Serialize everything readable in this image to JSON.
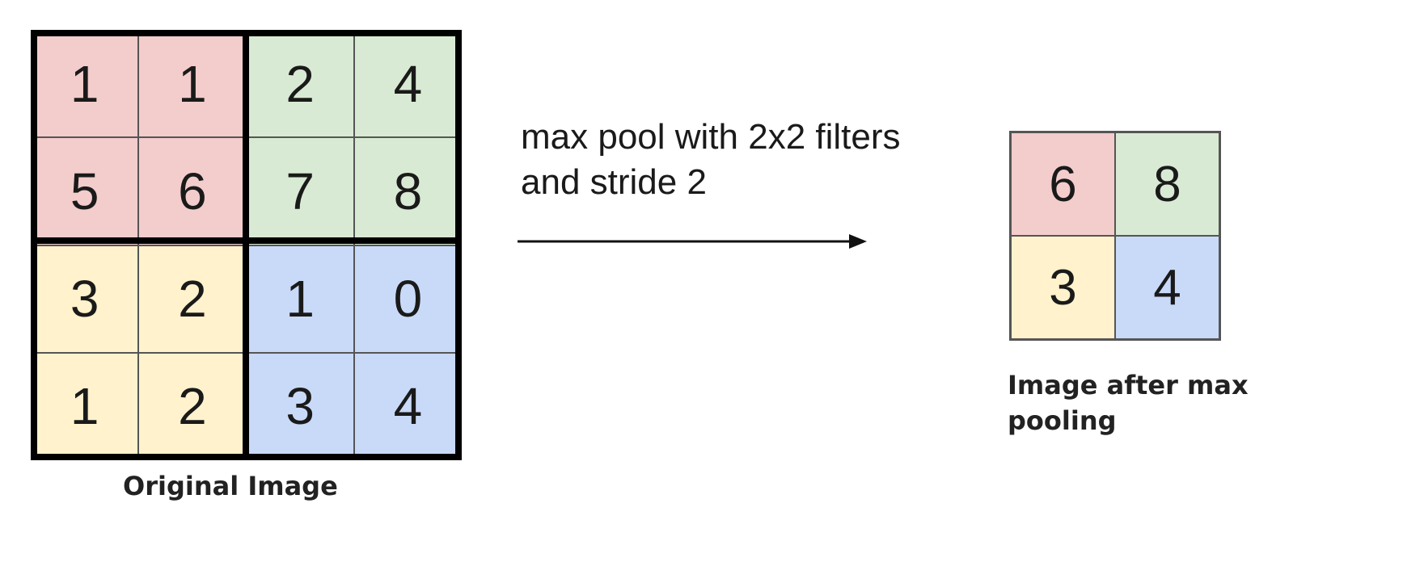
{
  "original": {
    "cells": [
      [
        "1",
        "1",
        "2",
        "4"
      ],
      [
        "5",
        "6",
        "7",
        "8"
      ],
      [
        "3",
        "2",
        "1",
        "0"
      ],
      [
        "1",
        "2",
        "3",
        "4"
      ]
    ],
    "caption": "Original Image"
  },
  "operation": {
    "line1": "max pool with 2x2 filters",
    "line2": "and stride 2"
  },
  "pooled": {
    "cells": [
      [
        "6",
        "8"
      ],
      [
        "3",
        "4"
      ]
    ],
    "caption_line1": "Image after max",
    "caption_line2": "pooling"
  },
  "colors": {
    "red": "#f3cccc",
    "green": "#d8ead3",
    "yellow": "#fff2cc",
    "blue": "#c9daf8"
  }
}
